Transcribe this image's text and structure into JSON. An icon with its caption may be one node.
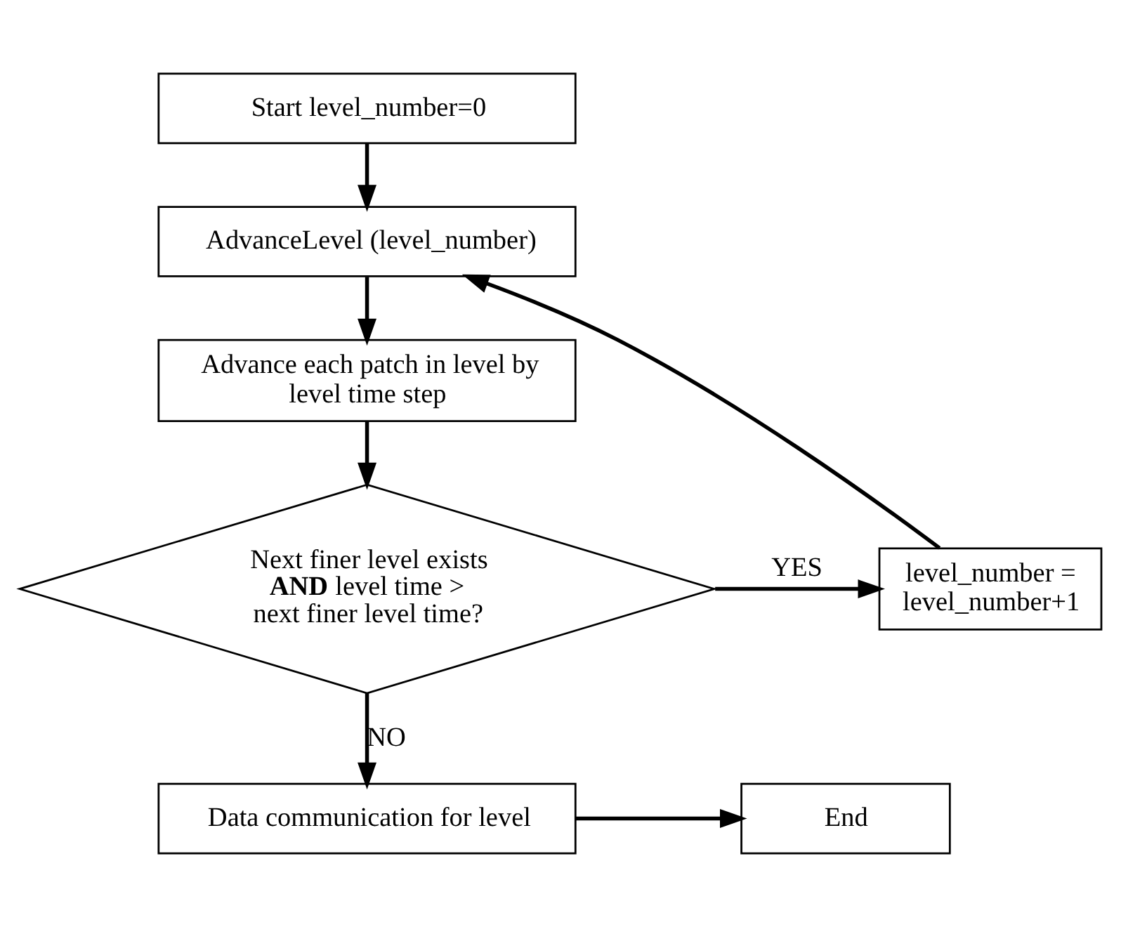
{
  "diagram": {
    "nodes": [
      {
        "text": [
          "Start level_number=0"
        ]
      },
      {
        "text": [
          "AdvanceLevel (level_number)"
        ]
      },
      {
        "text": [
          "Advance each patch in level by level time step"
        ]
      },
      {
        "text": [
          "Next finer level exists **AND** level time > next finer level time?"
        ]
      },
      {
        "text": [
          "level_number = level_number+1"
        ]
      },
      {
        "text": [
          "Data communication for level"
        ]
      },
      {
        "text": [
          "End"
        ]
      }
    ],
    "edges": [
      {
        "from": 0,
        "to": 1,
        "arrow": "to"
      },
      {
        "from": 1,
        "to": 2,
        "arrow": "to"
      },
      {
        "from": 2,
        "to": 3,
        "arrow": "to"
      },
      {
        "from": 3,
        "to": 4,
        "arrow": "to",
        "label": "YES"
      },
      {
        "from": 4,
        "to": 1,
        "arrow": "to"
      },
      {
        "from": 3,
        "to": 5,
        "arrow": "to",
        "label": "NO"
      },
      {
        "from": 5,
        "to": 6,
        "arrow": "to"
      }
    ]
  }
}
